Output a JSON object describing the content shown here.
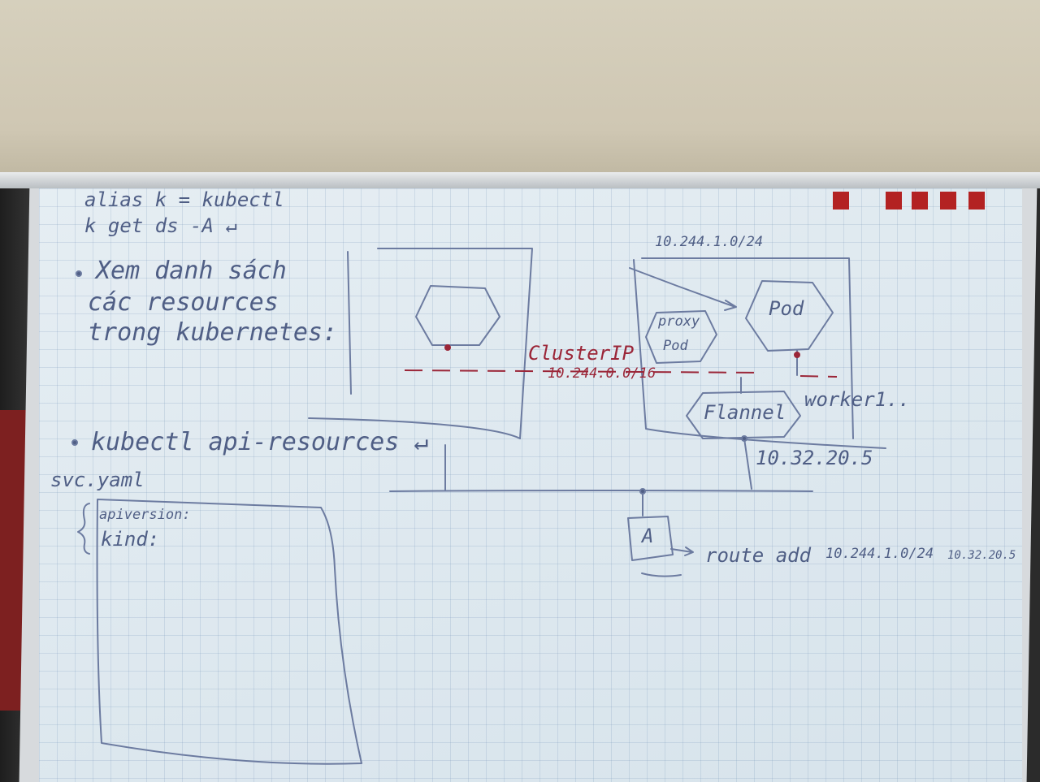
{
  "board": {
    "lines": {
      "alias": "alias k = kubectl",
      "get": "k get ds -A ↵",
      "bullet1_l1": "Xem danh sách",
      "bullet1_l2": "các resources",
      "bullet1_l3": "trong kubernetes:",
      "bullet2": "kubectl api-resources ↵",
      "svc_yaml": "svc.yaml",
      "apiversion": "apiversion:",
      "kind": "kind:"
    },
    "diagram": {
      "subnet": "10.244.1.0/24",
      "pod": "Pod",
      "proxy_l1": "proxy",
      "proxy_l2": "Pod",
      "cluster_ip": "ClusterIP",
      "cluster_cidr": "10.244.0.0/16",
      "flannel": "Flannel",
      "worker": "worker1..",
      "node_ip": "10.32.20.5",
      "host_label": "A",
      "route_cmd": "route add",
      "route_net": "10.244.1.0/24",
      "route_gw": "10.32.20.5"
    },
    "colors": {
      "ink_blue": "#4f5e85",
      "ink_red": "#9b2638",
      "board": "#dde8ef"
    }
  }
}
